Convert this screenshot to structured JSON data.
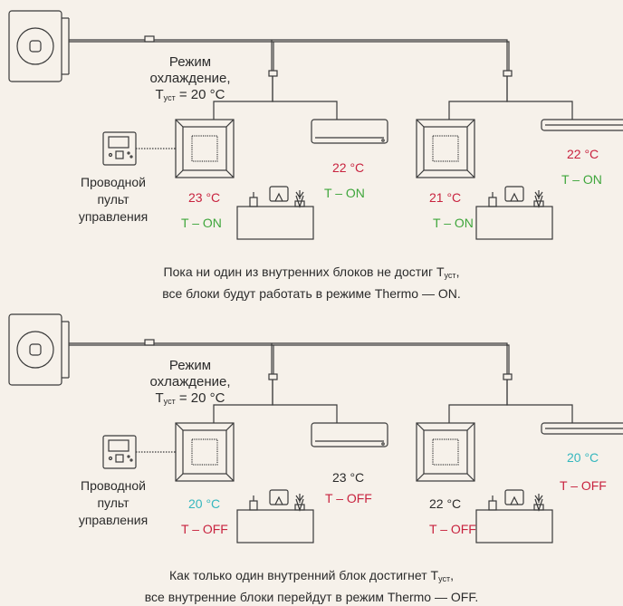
{
  "panels": [
    {
      "mode_line1": "Режим",
      "mode_line2": "охлаждение,",
      "setpoint_prefix": "T",
      "setpoint_sub": "уст",
      "setpoint_value": " = 20 °C",
      "remote_line1": "Проводной",
      "remote_line2": "пульт",
      "remote_line3": "управления",
      "unit1_temp": "23 °C",
      "unit1_state": "T – ON",
      "unit2_temp": "22 °C",
      "unit2_state": "T – ON",
      "unit3_temp": "21 °C",
      "unit3_state": "T – ON",
      "unit4_temp": "22 °C",
      "unit4_state": "T – ON",
      "caption_line1_prefix": "Пока ни один из внутренних блоков не достиг T",
      "caption_line1_sub": "уст",
      "caption_line1_suffix": ",",
      "caption_line2": "все блоки будут работать в режиме Thermo — ON."
    },
    {
      "mode_line1": "Режим",
      "mode_line2": "охлаждение,",
      "setpoint_prefix": "T",
      "setpoint_sub": "уст",
      "setpoint_value": " = 20 °C",
      "remote_line1": "Проводной",
      "remote_line2": "пульт",
      "remote_line3": "управления",
      "unit1_temp": "20 °C",
      "unit1_state": "T – OFF",
      "unit2_temp": "23 °C",
      "unit2_state": "T – OFF",
      "unit3_temp": "22 °C",
      "unit3_state": "T – OFF",
      "unit4_temp": "20 °C",
      "unit4_state": "T – OFF",
      "caption_line1_prefix": "Как только один внутренний блок достигнет T",
      "caption_line1_sub": "уст",
      "caption_line1_suffix": ",",
      "caption_line2": "все внутренние блоки перейдут в режим Thermo — OFF."
    }
  ],
  "colors": {
    "background": "#f6f1ea",
    "line": "#3a3a3a",
    "temp_above_setpoint": "#c8233f",
    "state_on": "#3fa63c",
    "temp_at_setpoint": "#35b7be",
    "state_off": "#c8233f"
  },
  "icons": [
    "outdoor-unit-icon",
    "cassette-unit-icon",
    "wall-unit-icon",
    "wired-remote-icon",
    "furniture-icon",
    "refnet-joint-icon"
  ]
}
